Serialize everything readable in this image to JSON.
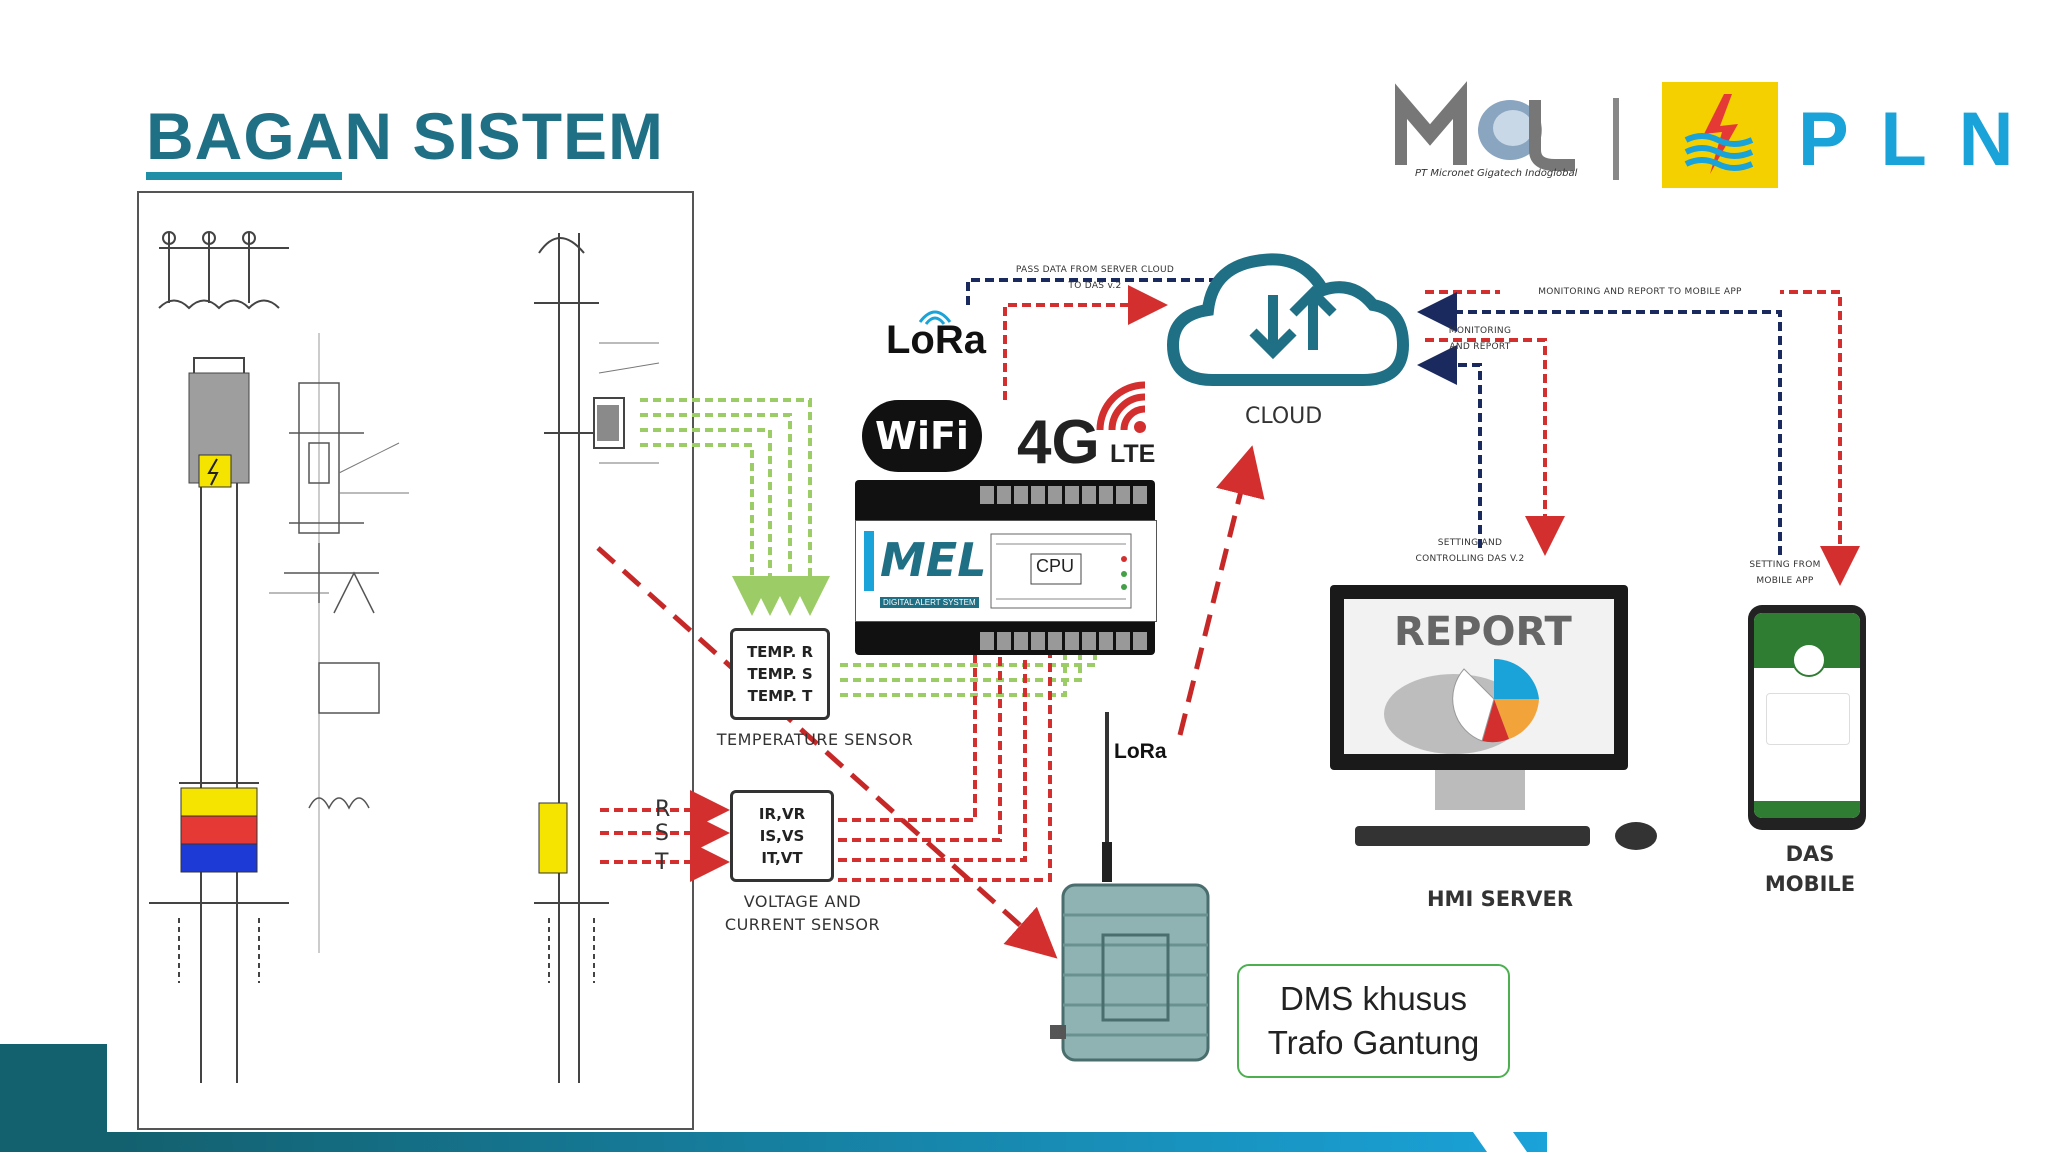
{
  "slide": {
    "title": "BAGAN SISTEM"
  },
  "logos": {
    "mgi_tagline": "PT Micronet Gigatech Indoglobal",
    "pln_text": "P L N"
  },
  "comms": {
    "lora_top": "LoRa",
    "wifi": "WiFi",
    "lte_4g": "4G",
    "lte_suffix": "LTE",
    "lora_antenna": "LoRa"
  },
  "device": {
    "brand": "MEL",
    "product_line": "DIGITAL ALERT SYSTEM",
    "cpu_label": "CPU"
  },
  "sensors": {
    "temp_lines": [
      "TEMP. R",
      "TEMP. S",
      "TEMP. T"
    ],
    "temp_caption": "TEMPERATURE SENSOR",
    "vc_lines": [
      "IR,VR",
      "IS,VS",
      "IT,VT"
    ],
    "vc_caption_1": "VOLTAGE AND",
    "vc_caption_2": "CURRENT SENSOR",
    "phase_labels": [
      "R",
      "S",
      "T"
    ]
  },
  "cloud": {
    "label": "CLOUD",
    "pass_data_1": "PASS DATA FROM SERVER CLOUD",
    "pass_data_2": "TO DAS v.2",
    "monitoring_mobile": "MONITORING AND REPORT TO MOBILE APP",
    "monitoring_1": "MONITORING",
    "monitoring_2": "AND REPORT",
    "setting_das_1": "SETTING AND",
    "setting_das_2": "CONTROLLING DAS V.2",
    "setting_mobile_1": "SETTING FROM",
    "setting_mobile_2": "MOBILE APP"
  },
  "hmi": {
    "screen_text": "REPORT",
    "label": "HMI SERVER"
  },
  "mobile": {
    "label_1": "DAS",
    "label_2": "MOBILE"
  },
  "dms": {
    "line1": "DMS khusus",
    "line2": "Trafo Gantung"
  },
  "colors": {
    "teal": "#1f6f85",
    "accent": "#1f8fa8",
    "red_dash": "#d32f2f",
    "navy_dash": "#1a2a5e",
    "green_dash": "#9ccc65",
    "pln_yellow": "#f5d000",
    "pln_blue": "#1aa3d9"
  }
}
